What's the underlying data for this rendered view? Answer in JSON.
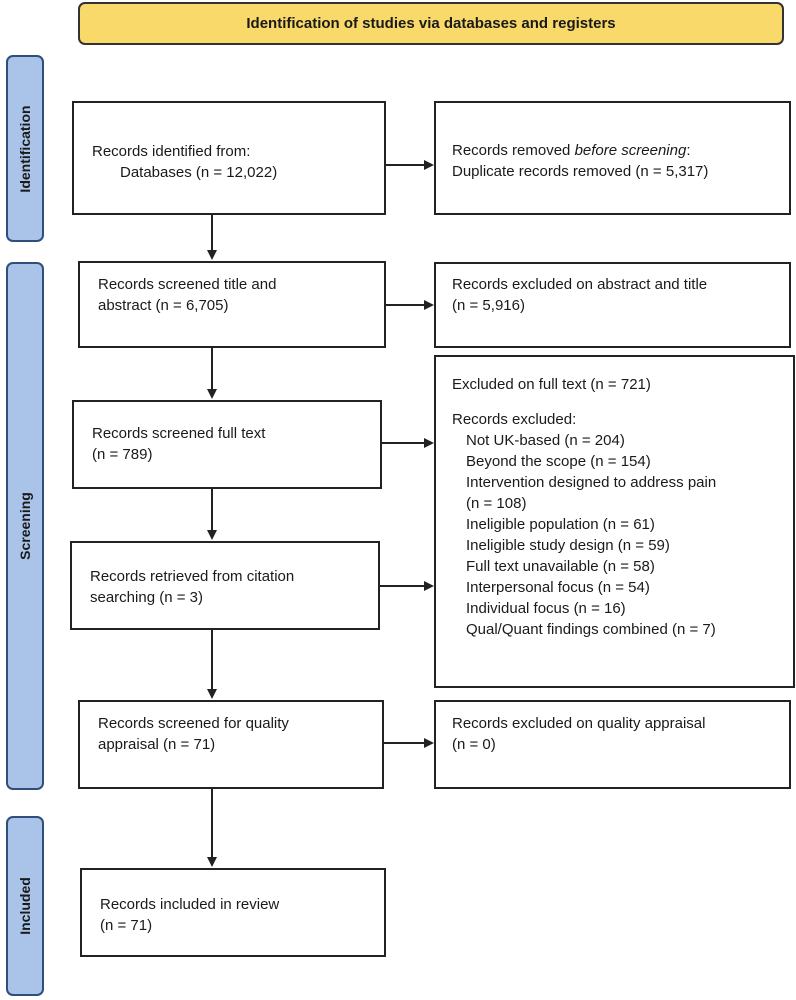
{
  "header": {
    "title": "Identification of studies via databases and registers"
  },
  "colors": {
    "header_fill": "#f9d96a",
    "stage_fill": "#a9c4e8",
    "stage_border": "#2f4f7a",
    "box_border": "#222222"
  },
  "stages": {
    "identification": "Identification",
    "screening": "Screening",
    "included": "Included"
  },
  "boxes": {
    "identified": {
      "line1": "Records identified from:",
      "line2": "Databases (n = 12,022)"
    },
    "removed": {
      "line1_prefix": "Records removed ",
      "line1_emph": "before screening",
      "line1_suffix": ":",
      "line2": "Duplicate records removed (n = 5,317)"
    },
    "screened_title": {
      "line1": "Records screened title and",
      "line2": "abstract (n = 6,705)"
    },
    "excluded_abstract": {
      "line1": "Records excluded on abstract and title",
      "line2": "(n = 5,916)"
    },
    "screened_full": {
      "line1": "Records screened full text",
      "line2": "(n = 789)"
    },
    "excluded_full": {
      "title": "Excluded on full text (n = 721)",
      "subtitle": "Records excluded:",
      "reasons": [
        "Not UK-based (n = 204)",
        "Beyond the scope (n = 154)",
        "Intervention designed to address pain",
        "(n = 108)",
        "Ineligible population (n = 61)",
        "Ineligible study design (n = 59)",
        "Full text unavailable (n = 58)",
        "Interpersonal focus (n = 54)",
        "Individual focus (n = 16)",
        "Qual/Quant findings combined (n = 7)"
      ]
    },
    "citation": {
      "line1": "Records retrieved from citation",
      "line2": "searching (n = 3)"
    },
    "quality": {
      "line1": "Records screened for quality",
      "line2": "appraisal (n = 71)"
    },
    "excluded_quality": {
      "line1": "Records excluded on quality appraisal",
      "line2": "(n = 0)"
    },
    "included": {
      "line1": "Records included in review",
      "line2": "(n = 71)"
    }
  }
}
